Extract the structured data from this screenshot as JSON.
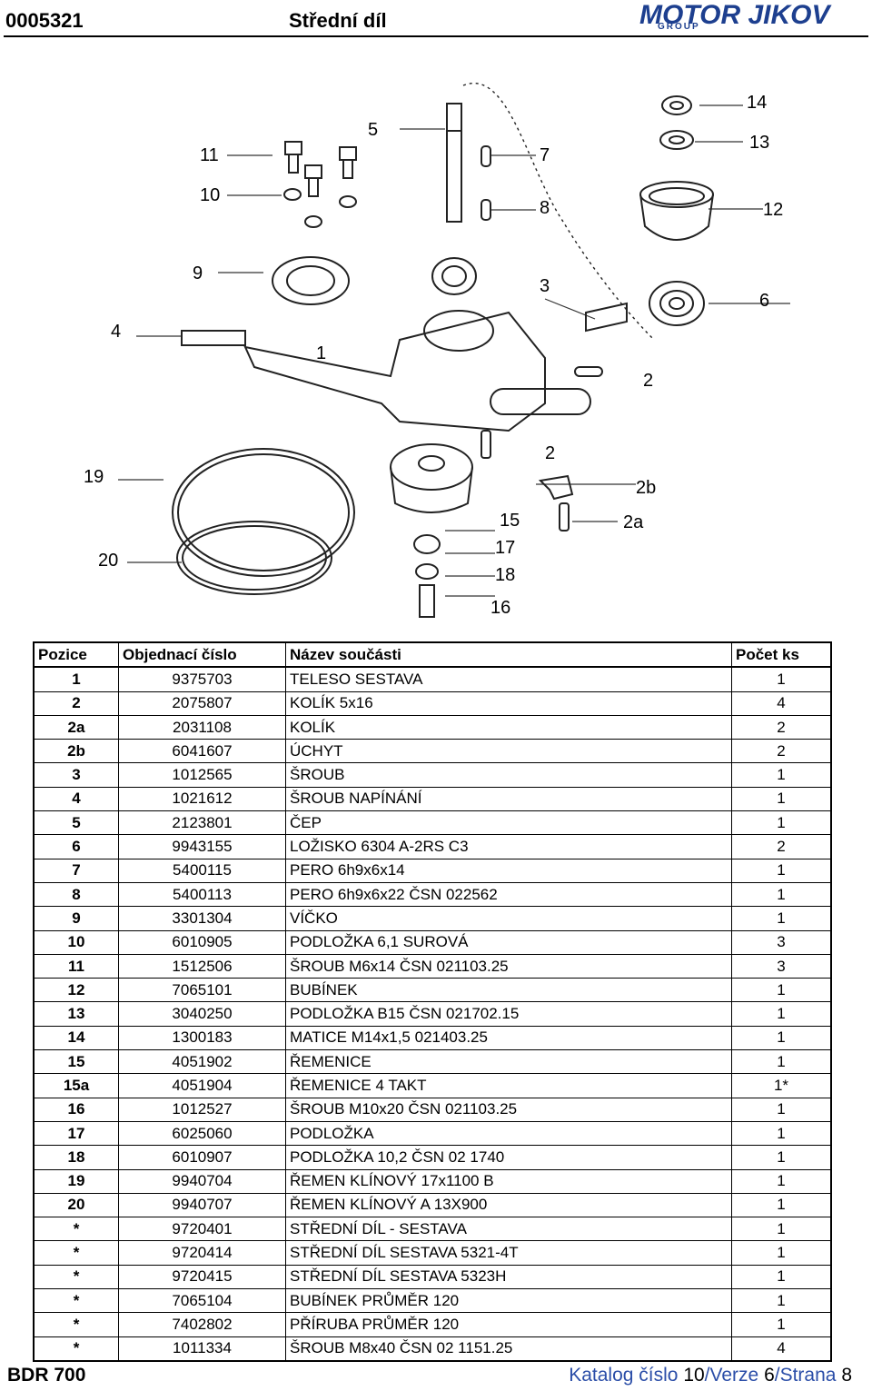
{
  "header": {
    "doc_code": "0005321",
    "doc_title": "Střední díl",
    "logo_text": "MOTOR JIKOV",
    "logo_sub": "GROUP",
    "brand_color": "#1d3f8f"
  },
  "diagram": {
    "callouts": [
      "14",
      "11",
      "5",
      "7",
      "13",
      "10",
      "8",
      "12",
      "9",
      "3",
      "6",
      "4",
      "1",
      "2",
      "19",
      "2",
      "2b",
      "15",
      "2a",
      "17",
      "20",
      "18",
      "16"
    ]
  },
  "table": {
    "headers": [
      "Pozice",
      "Objednací číslo",
      "Název součásti",
      "Počet ks"
    ],
    "rows": [
      [
        "1",
        "9375703",
        "TELESO SESTAVA",
        "1"
      ],
      [
        "2",
        "2075807",
        "KOLÍK 5x16",
        "4"
      ],
      [
        "2a",
        "2031108",
        "KOLÍK",
        "2"
      ],
      [
        "2b",
        "6041607",
        "ÚCHYT",
        "2"
      ],
      [
        "3",
        "1012565",
        "ŠROUB",
        "1"
      ],
      [
        "4",
        "1021612",
        "ŠROUB NAPÍNÁNÍ",
        "1"
      ],
      [
        "5",
        "2123801",
        "ČEP",
        "1"
      ],
      [
        "6",
        "9943155",
        "LOŽISKO 6304 A-2RS C3",
        "2"
      ],
      [
        "7",
        "5400115",
        "PERO 6h9x6x14",
        "1"
      ],
      [
        "8",
        "5400113",
        "PERO 6h9x6x22 ČSN 022562",
        "1"
      ],
      [
        "9",
        "3301304",
        "VÍČKO",
        "1"
      ],
      [
        "10",
        "6010905",
        "PODLOŽKA 6,1  SUROVÁ",
        "3"
      ],
      [
        "11",
        "1512506",
        "ŠROUB M6x14 ČSN 021103.25",
        "3"
      ],
      [
        "12",
        "7065101",
        "BUBÍNEK",
        "1"
      ],
      [
        "13",
        "3040250",
        "PODLOŽKA B15  ČSN 021702.15",
        "1"
      ],
      [
        "14",
        "1300183",
        "MATICE M14x1,5    021403.25",
        "1"
      ],
      [
        "15",
        "4051902",
        "ŘEMENICE",
        "1"
      ],
      [
        "15a",
        "4051904",
        "ŘEMENICE 4 TAKT",
        "1*"
      ],
      [
        "16",
        "1012527",
        "ŠROUB M10x20  ČSN 021103.25",
        "1"
      ],
      [
        "17",
        "6025060",
        "PODLOŽKA",
        "1"
      ],
      [
        "18",
        "6010907",
        "PODLOŽKA 10,2 ČSN 02 1740",
        "1"
      ],
      [
        "19",
        "9940704",
        "ŘEMEN KLÍNOVÝ 17x1100 B",
        "1"
      ],
      [
        "20",
        "9940707",
        "ŘEMEN KLÍNOVÝ A 13X900",
        "1"
      ],
      [
        "*",
        "9720401",
        "STŘEDNÍ DÍL - SESTAVA",
        "1"
      ],
      [
        "*",
        "9720414",
        "STŘEDNÍ DÍL SESTAVA 5321-4T",
        "1"
      ],
      [
        "*",
        "9720415",
        "STŘEDNÍ DÍL SESTAVA 5323H",
        "1"
      ],
      [
        "*",
        "7065104",
        "BUBÍNEK PRŮMĚR 120",
        "1"
      ],
      [
        "*",
        "7402802",
        "PŘÍRUBA PRŮMĚR 120",
        "1"
      ],
      [
        "*",
        "1011334",
        "ŠROUB M8x40  ČSN 02 1151.25",
        "4"
      ]
    ]
  },
  "footer": {
    "left": "BDR 700",
    "katalog_label": "Katalog číslo",
    "katalog_value": "10",
    "verze_label": "Verze",
    "verze_value": "6",
    "strana_label": "Strana",
    "strana_value": "8",
    "sep": "/",
    "accent_color": "#2b4ea8"
  }
}
